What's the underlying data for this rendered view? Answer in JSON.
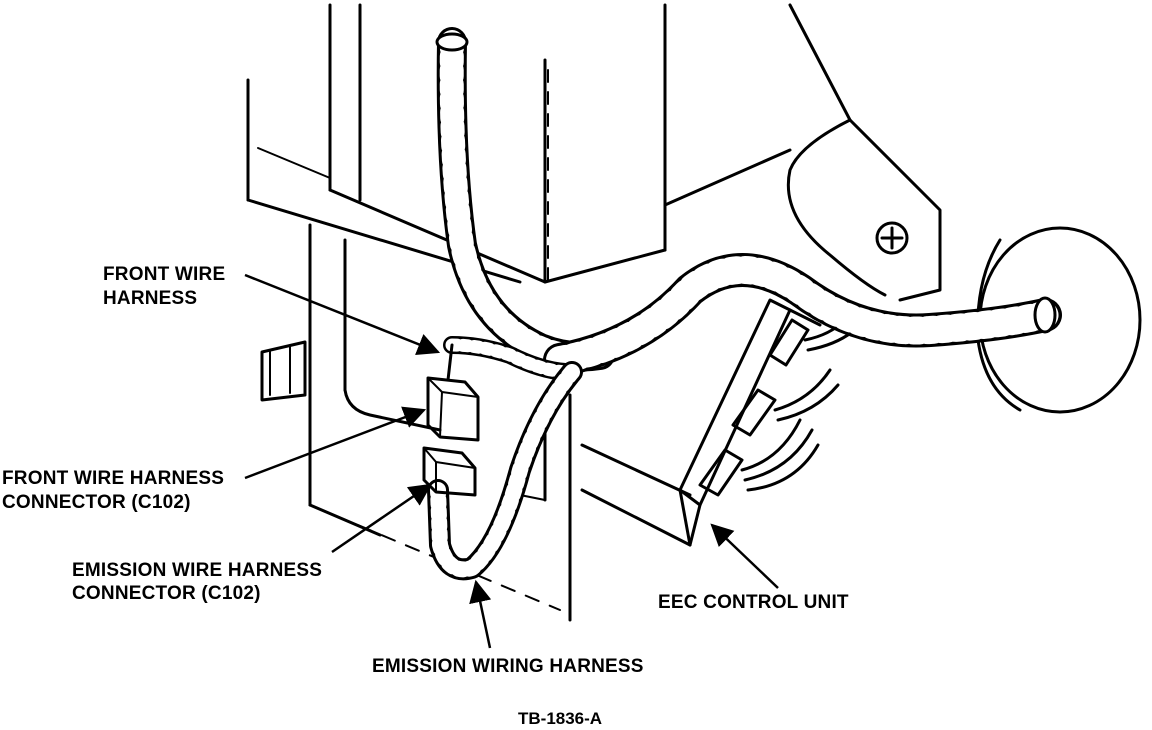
{
  "labels": {
    "front_wire_harness_line1": "FRONT WIRE",
    "front_wire_harness_line2": "HARNESS",
    "front_connector_line1": "FRONT WIRE HARNESS",
    "front_connector_line2": "CONNECTOR (C102)",
    "emission_connector_line1": "EMISSION WIRE HARNESS",
    "emission_connector_line2": "CONNECTOR (C102)",
    "emission_wiring_harness": "EMISSION WIRING HARNESS",
    "eec_control_unit": "EEC CONTROL UNIT",
    "figure_id": "TB-1836-A"
  }
}
